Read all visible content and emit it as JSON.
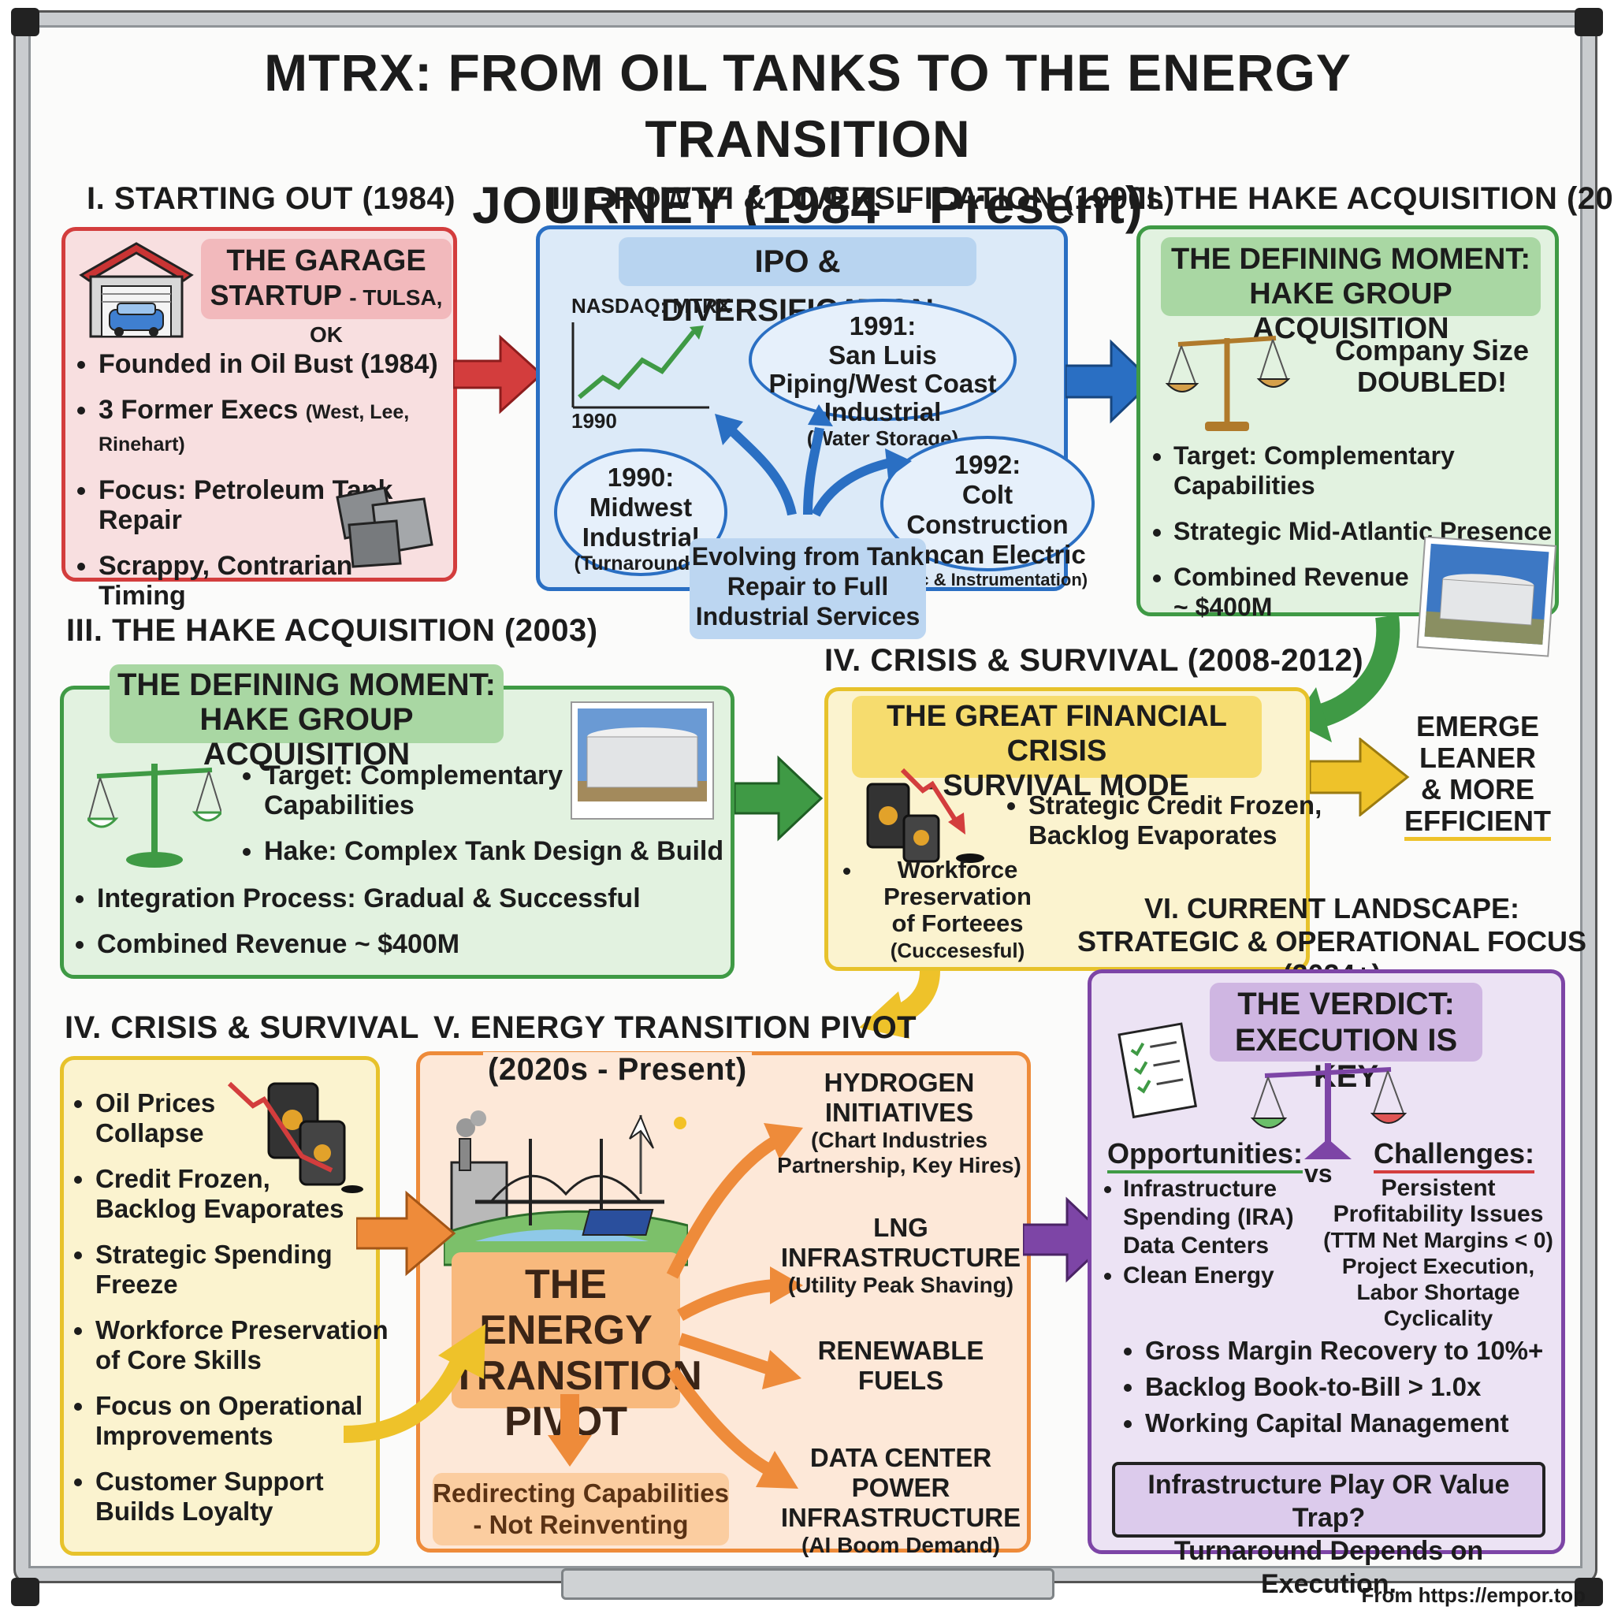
{
  "title_line1": "MTRX: FROM OIL TANKS TO THE ENERGY TRANSITION",
  "title_line2": "JOURNEY (1984 - Present)",
  "s1": {
    "heading": "I. STARTING OUT (1984)",
    "banner_main": "THE GARAGE",
    "banner_sub": "STARTUP",
    "banner_loc": "- TULSA, OK",
    "b1": "Founded in Oil Bust (1984)",
    "b2": "3 Former Execs",
    "b2_small": "(West, Lee, Rinehart)",
    "b3": "Focus: Petroleum Tank Repair",
    "b4a": "Scrappy, Contrarian",
    "b4b": "Timing"
  },
  "s2": {
    "heading": "II. GROWTH & DIVERSIFICATION (1990s)",
    "banner": "IPO & DIVERSIFICATION",
    "ticker": "NASDAQ: MTRX",
    "year_axis": "1990",
    "o1991_year": "1991:",
    "o1991_name": "San Luis Piping/West Coast Industrial",
    "o1991_sub": "(Water Storage)",
    "o1990_year": "1990:",
    "o1990_name": "Midwest Industrial",
    "o1990_sub": "(Turnarounds)",
    "o1992_year": "1992:",
    "o1992_name1": "Colt Construction",
    "o1992_name2": "Duncan Electric",
    "o1992_sub": "(Elec & Instrumentation)",
    "evolving": "Evolving from Tank Repair to Full Industrial Services"
  },
  "s3": {
    "heading": "III. THE HAKE ACQUISITION (2003)",
    "banner1": "THE DEFINING MOMENT:",
    "banner2": "HAKE GROUP ACQUISITION",
    "size1": "Company Size",
    "size2": "DOUBLED!",
    "b1": "Target: Complementary Capabilities",
    "b2": "Strategic Mid-Atlantic Presence",
    "b3a": "Combined Revenue",
    "b3b": "~ $400M"
  },
  "s3b": {
    "heading": "III. THE HAKE ACQUISITION (2003)",
    "banner1": "THE DEFINING MOMENT:",
    "banner2": "HAKE GROUP ACQUISITION",
    "b1a": "Target: Complementary",
    "b1b": "Capabilities",
    "b2": "Hake: Complex Tank Design & Build",
    "b3": "Integration Process: Gradual & Successful",
    "b4": "Combined Revenue ~ $400M"
  },
  "s4": {
    "heading": "IV. CRISIS & SURVIVAL (2008-2012)",
    "banner1": "THE GREAT FINANCIAL CRISIS",
    "banner2": "- SURVIVAL MODE",
    "b1a": "Strategic Credit Frozen,",
    "b1b": "Backlog Evaporates",
    "b2a": "Workforce",
    "b2b": "Preservation",
    "b2c": "of Forteees",
    "b2d": "(Cuccesesful)",
    "emerge1": "EMERGE",
    "emerge2": "LEANER",
    "emerge3": "& MORE",
    "emerge4": "EFFICIENT"
  },
  "s4b": {
    "heading": "IV. CRISIS & SURVIVAL",
    "b1a": "Oil Prices",
    "b1b": "Collapse",
    "b2a": "Credit Frozen,",
    "b2b": "Backlog Evaporates",
    "b3a": "Strategic Spending",
    "b3b": "Freeze",
    "b4a": "Workforce Preservation",
    "b4b": "of Core Skills",
    "b5a": "Focus on Operational",
    "b5b": "Improvements",
    "b6a": "Customer Support",
    "b6b": "Builds Loyalty"
  },
  "s5": {
    "heading1": "V. ENERGY TRANSITION PIVOT",
    "heading2": "(2020s - Present)",
    "center1": "THE ENERGY",
    "center2": "TRANSITION",
    "center3": "PIVOT",
    "h2_1": "HYDROGEN",
    "h2_2": "INITIATIVES",
    "h2_3": "(Chart Industries",
    "h2_4": "Partnership, Key Hires)",
    "lng1": "LNG",
    "lng2": "INFRASTRUCTURE",
    "lng3": "(Utility Peak Shaving)",
    "ren1": "RENEWABLE",
    "ren2": "FUELS",
    "dc1": "DATA CENTER POWER",
    "dc2": "INFRASTRUCTURE",
    "dc3": "(AI Boom Demand)",
    "redirect1": "Redirecting Capabilities",
    "redirect2": "- Not Reinventing"
  },
  "s6": {
    "heading1": "VI. CURRENT LANDSCAPE:",
    "heading2": "STRATEGIC & OPERATIONAL FOCUS (2024+)",
    "banner1": "THE VERDICT:",
    "banner2": "EXECUTION IS KEY",
    "opp_title": "Opportunities:",
    "opp1a": "Infrastructure",
    "opp1b": "Spending (IRA)",
    "opp1c": "Data Centers",
    "opp2": "Clean Energy",
    "vs": "vs",
    "ch_title": "Challenges:",
    "ch1": "Persistent",
    "ch2": "Profitability Issues",
    "ch3": "(TTM Net Margins < 0)",
    "ch4": "Project Execution,",
    "ch5": "Labor Shortage",
    "ch6": "Cyclicality",
    "b1": "Gross Margin Recovery to 10%+",
    "b2": "Backlog Book-to-Bill > 1.0x",
    "b3": "Working Capital Management",
    "verdict1": "Infrastructure Play OR Value Trap?",
    "verdict2": "Turnaround Depends on Execution."
  },
  "footer": "From https://empor.top",
  "colors": {
    "red": "#d33d3d",
    "blue": "#2a6fc3",
    "green": "#3f9a45",
    "yellow": "#e7c22b",
    "orange": "#ee8b3a",
    "purple": "#7d45a6"
  }
}
